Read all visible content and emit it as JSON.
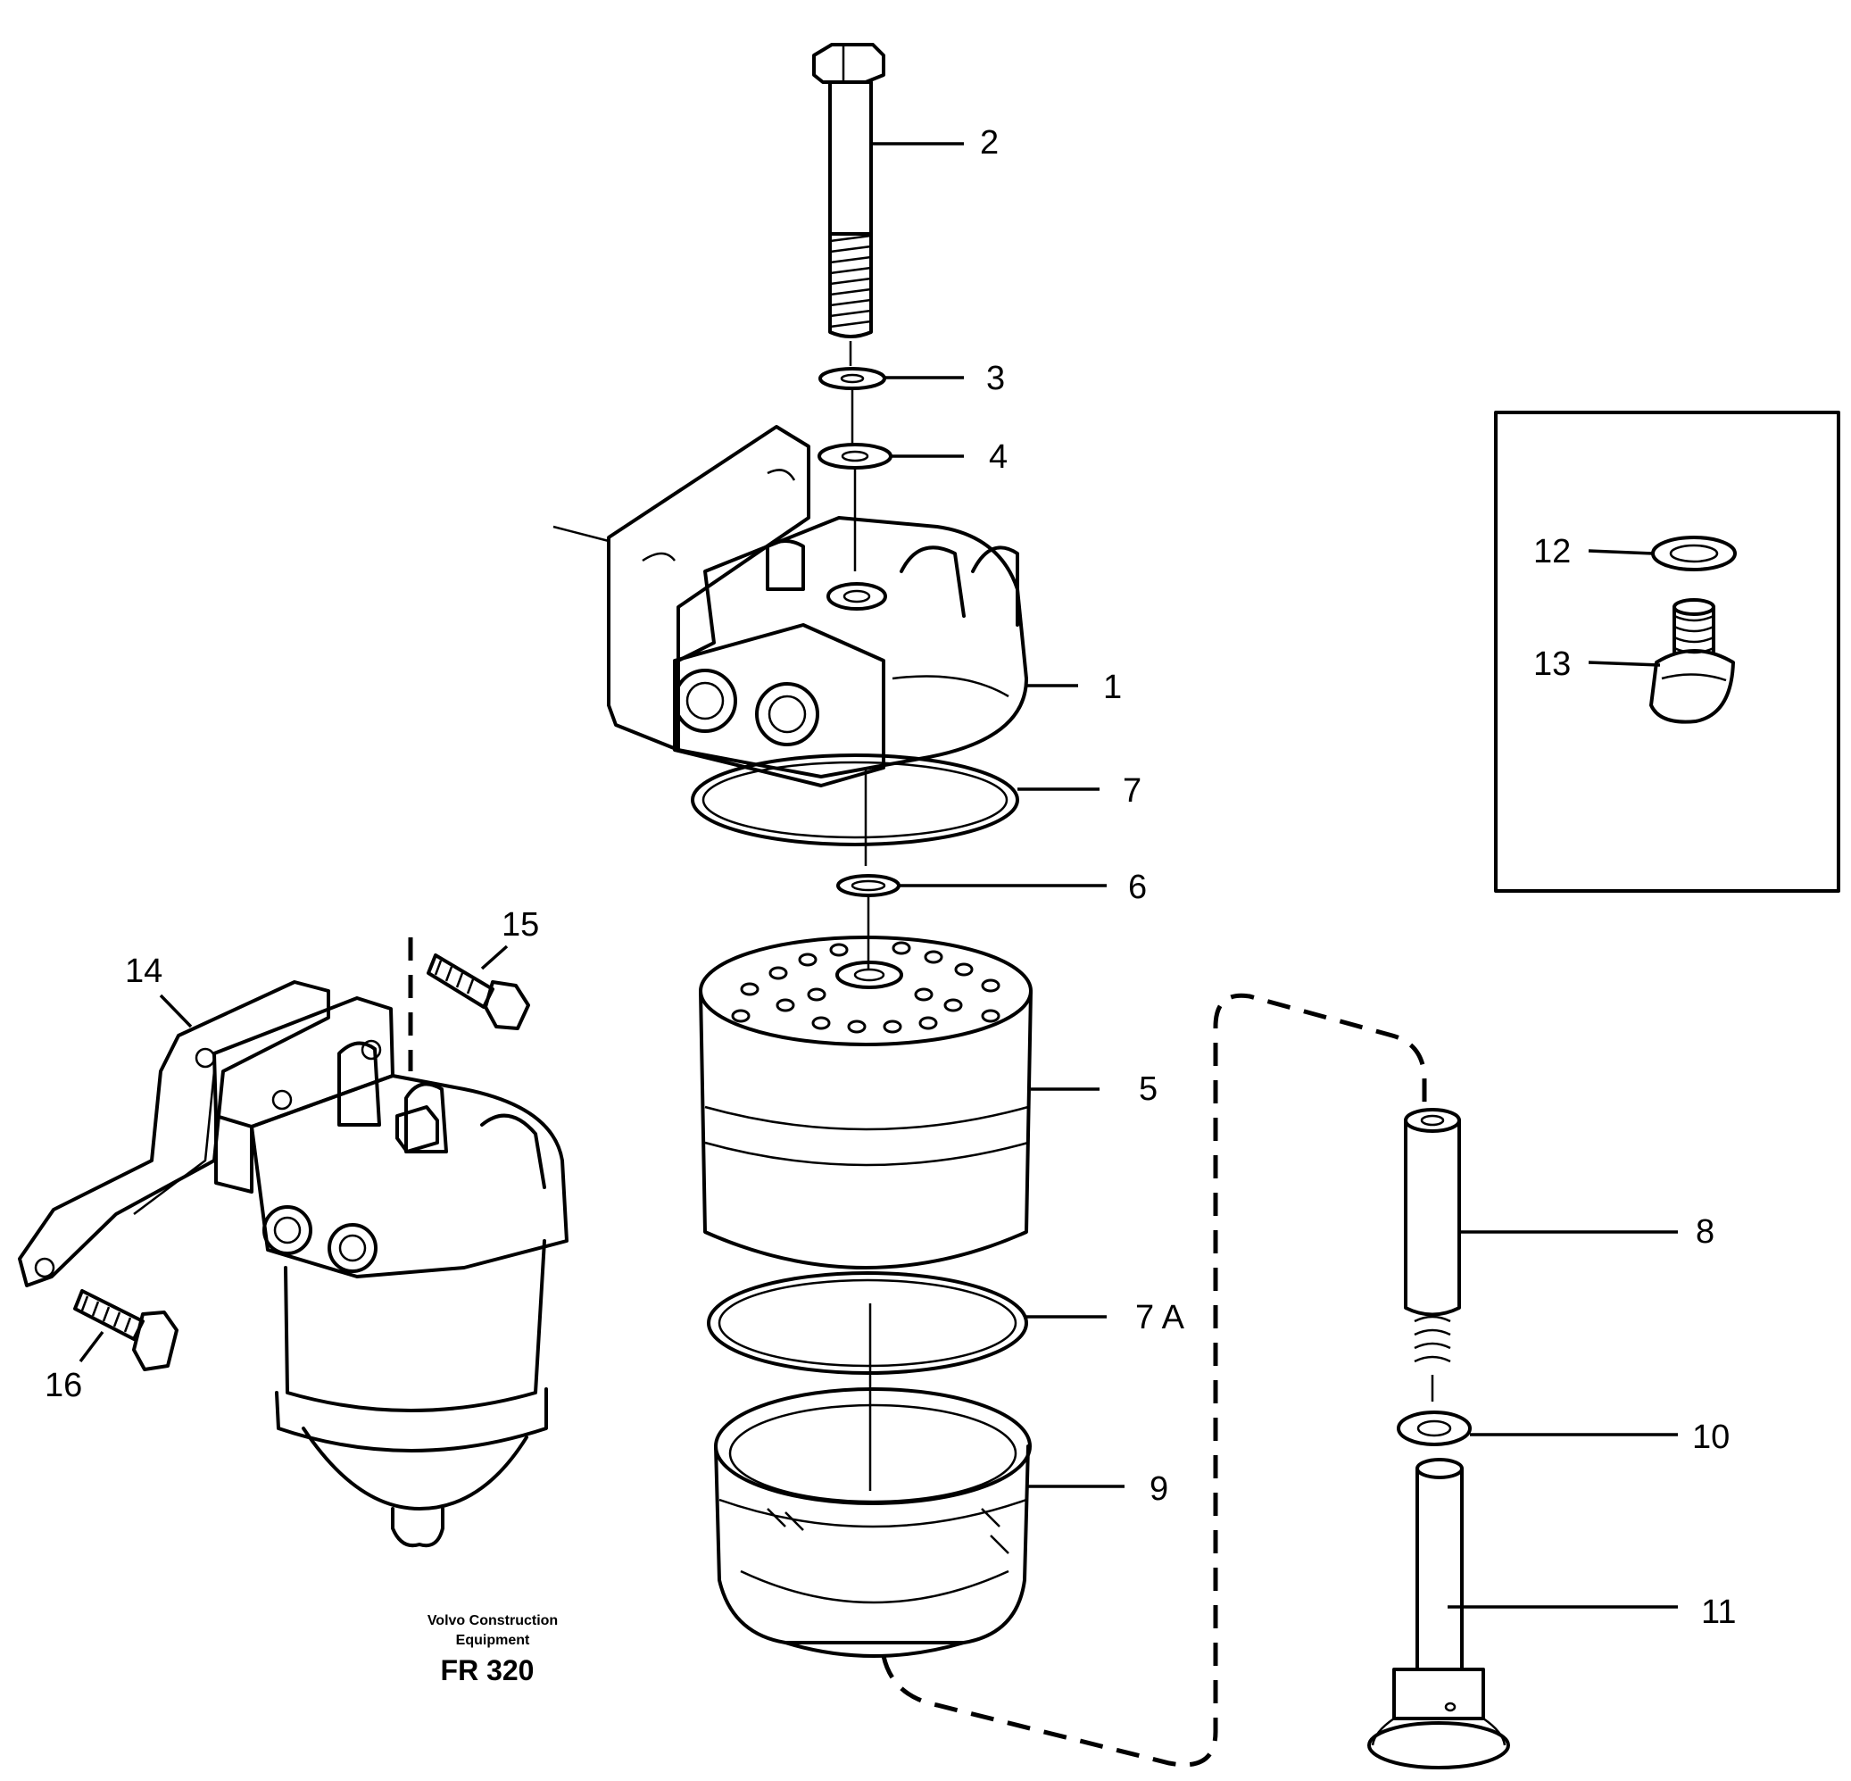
{
  "callouts": [
    {
      "id": "c2",
      "label": "2"
    },
    {
      "id": "c3",
      "label": "3"
    },
    {
      "id": "c4",
      "label": "4"
    },
    {
      "id": "c1",
      "label": "1"
    },
    {
      "id": "c7",
      "label": "7"
    },
    {
      "id": "c6",
      "label": "6"
    },
    {
      "id": "c5",
      "label": "5"
    },
    {
      "id": "c7a",
      "label": "7 A"
    },
    {
      "id": "c9",
      "label": "9"
    },
    {
      "id": "c8",
      "label": "8"
    },
    {
      "id": "c10",
      "label": "10"
    },
    {
      "id": "c11",
      "label": "11"
    },
    {
      "id": "c12",
      "label": "12"
    },
    {
      "id": "c13",
      "label": "13"
    },
    {
      "id": "c14",
      "label": "14"
    },
    {
      "id": "c15",
      "label": "15"
    },
    {
      "id": "c16",
      "label": "16"
    }
  ],
  "caption": {
    "company_line1": "Volvo Construction",
    "company_line2": "Equipment",
    "code": "FR 320"
  }
}
